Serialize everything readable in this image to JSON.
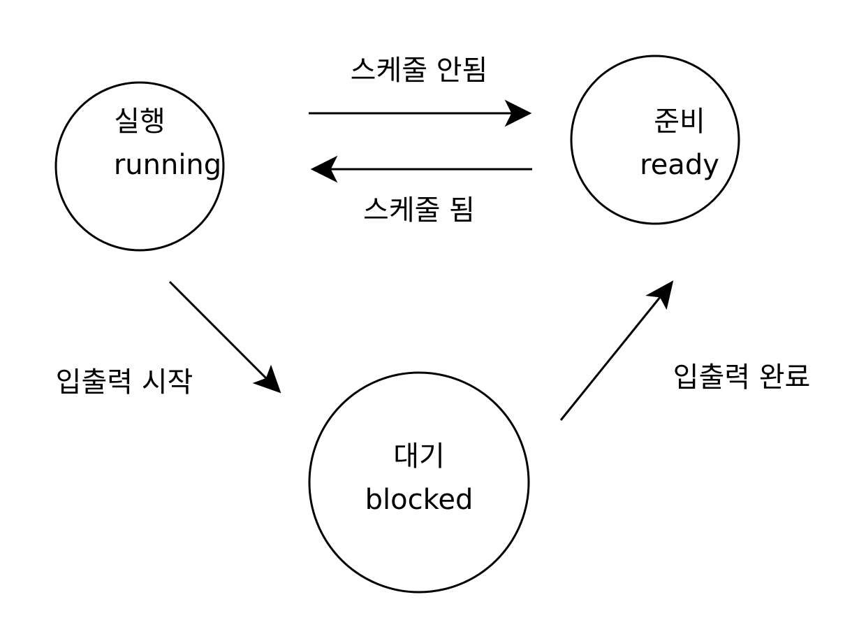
{
  "states": {
    "running": {
      "label_ko": "실행",
      "label_en": "running"
    },
    "ready": {
      "label_ko": "준비",
      "label_en": "ready"
    },
    "blocked": {
      "label_ko": "대기",
      "label_en": "blocked"
    }
  },
  "transitions": {
    "running_to_ready": {
      "label": "스케줄 안됨"
    },
    "ready_to_running": {
      "label": "스케줄 됨"
    },
    "running_to_blocked": {
      "label": "입출력 시작"
    },
    "blocked_to_ready": {
      "label": "입출력 완료"
    }
  }
}
